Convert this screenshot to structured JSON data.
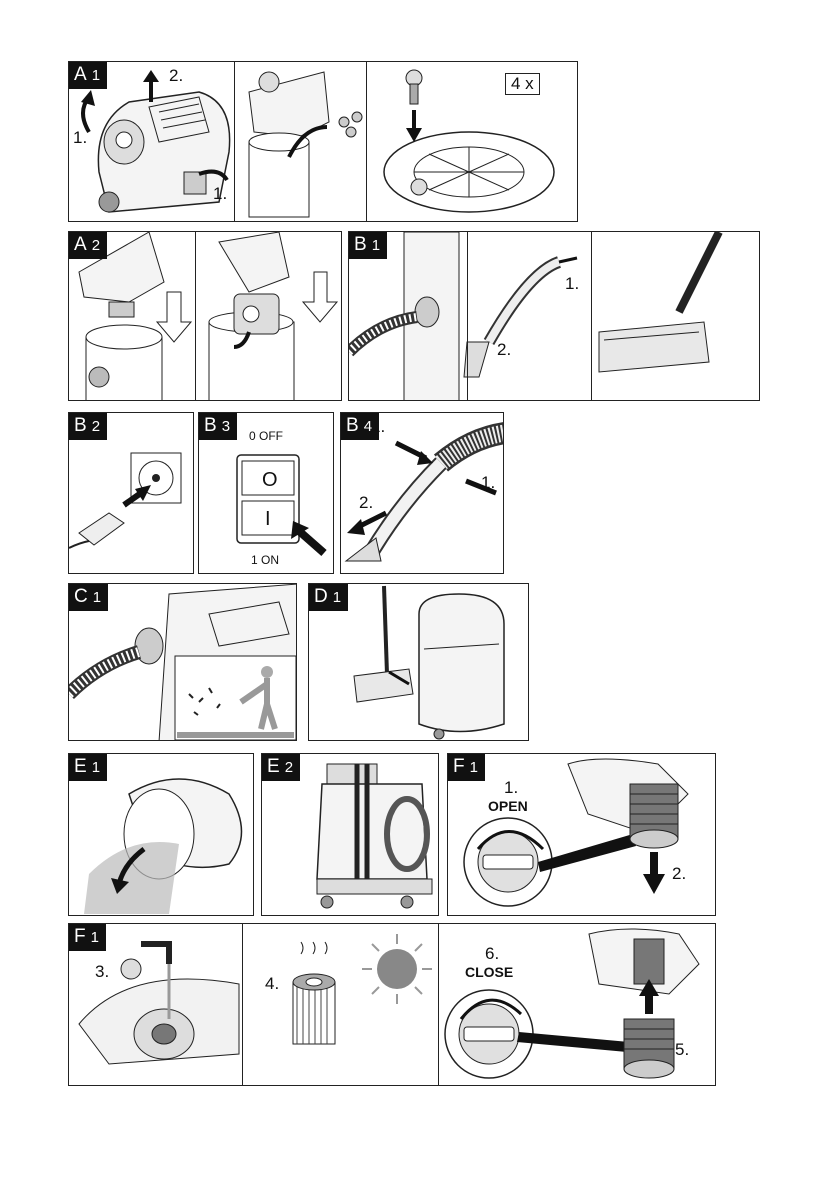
{
  "panels": {
    "a1": {
      "section": "A",
      "step": "1",
      "labels": [
        "2.",
        "1.",
        "1."
      ],
      "count_box": "4 x"
    },
    "a2": {
      "section": "A",
      "step": "2"
    },
    "b1": {
      "section": "B",
      "step": "1",
      "labels": [
        "1.",
        "2."
      ]
    },
    "b2": {
      "section": "B",
      "step": "2"
    },
    "b3": {
      "section": "B",
      "step": "3",
      "off_label": "0 OFF",
      "on_label": "1 ON",
      "key_off": "O",
      "key_on": "I"
    },
    "b4": {
      "section": "B",
      "step": "4",
      "labels": [
        "1.",
        "1.",
        "2."
      ]
    },
    "c1": {
      "section": "C",
      "step": "1"
    },
    "d1": {
      "section": "D",
      "step": "1"
    },
    "e1": {
      "section": "E",
      "step": "1"
    },
    "e2": {
      "section": "E",
      "step": "2"
    },
    "f1a": {
      "section": "F",
      "step": "1",
      "step_label": "1.",
      "open_label": "OPEN",
      "label2": "2."
    },
    "f1b": {
      "section": "F",
      "step": "1",
      "label3": "3.",
      "label4": "4.",
      "label5": "5.",
      "step_label": "6.",
      "close_label": "CLOSE"
    }
  },
  "icons": [
    "arrow-icon",
    "vacuum-icon",
    "filter-icon",
    "sun-icon",
    "plug-icon",
    "switch-icon",
    "hose-icon",
    "faucet-icon"
  ]
}
